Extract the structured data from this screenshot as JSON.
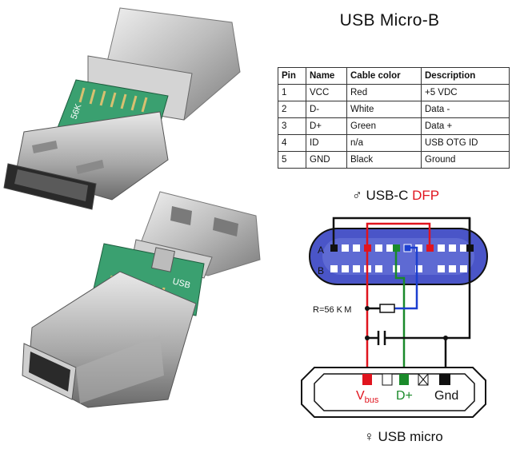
{
  "title": "USB Micro-B",
  "table": {
    "headers": [
      "Pin",
      "Name",
      "Cable color",
      "Description"
    ],
    "rows": [
      [
        "1",
        "VCC",
        "Red",
        "+5 VDC"
      ],
      [
        "2",
        "D-",
        "White",
        "Data -"
      ],
      [
        "3",
        "D+",
        "Green",
        "Data +"
      ],
      [
        "4",
        "ID",
        "n/a",
        "USB OTG ID"
      ],
      [
        "5",
        "GND",
        "Black",
        "Ground"
      ]
    ]
  },
  "diagram": {
    "top_label_prefix": "♂ USB-C ",
    "top_label_accent": "DFP",
    "row_a": "A",
    "row_b": "B",
    "resistor_label": "R=56 K M",
    "vbus_main": "V",
    "vbus_sub": "bus",
    "dplus": "D+",
    "gnd": "Gnd",
    "bottom_label": "♀ USB micro",
    "colors": {
      "vbus": "#e0141e",
      "dplus": "#1a8a2a",
      "cc": "#1c3fd0",
      "gnd": "#111111",
      "accent": "#e0141e",
      "port": "#4a55c8"
    }
  },
  "photos": {
    "board_text_top": "56K",
    "board_text_bottom": "USB"
  }
}
